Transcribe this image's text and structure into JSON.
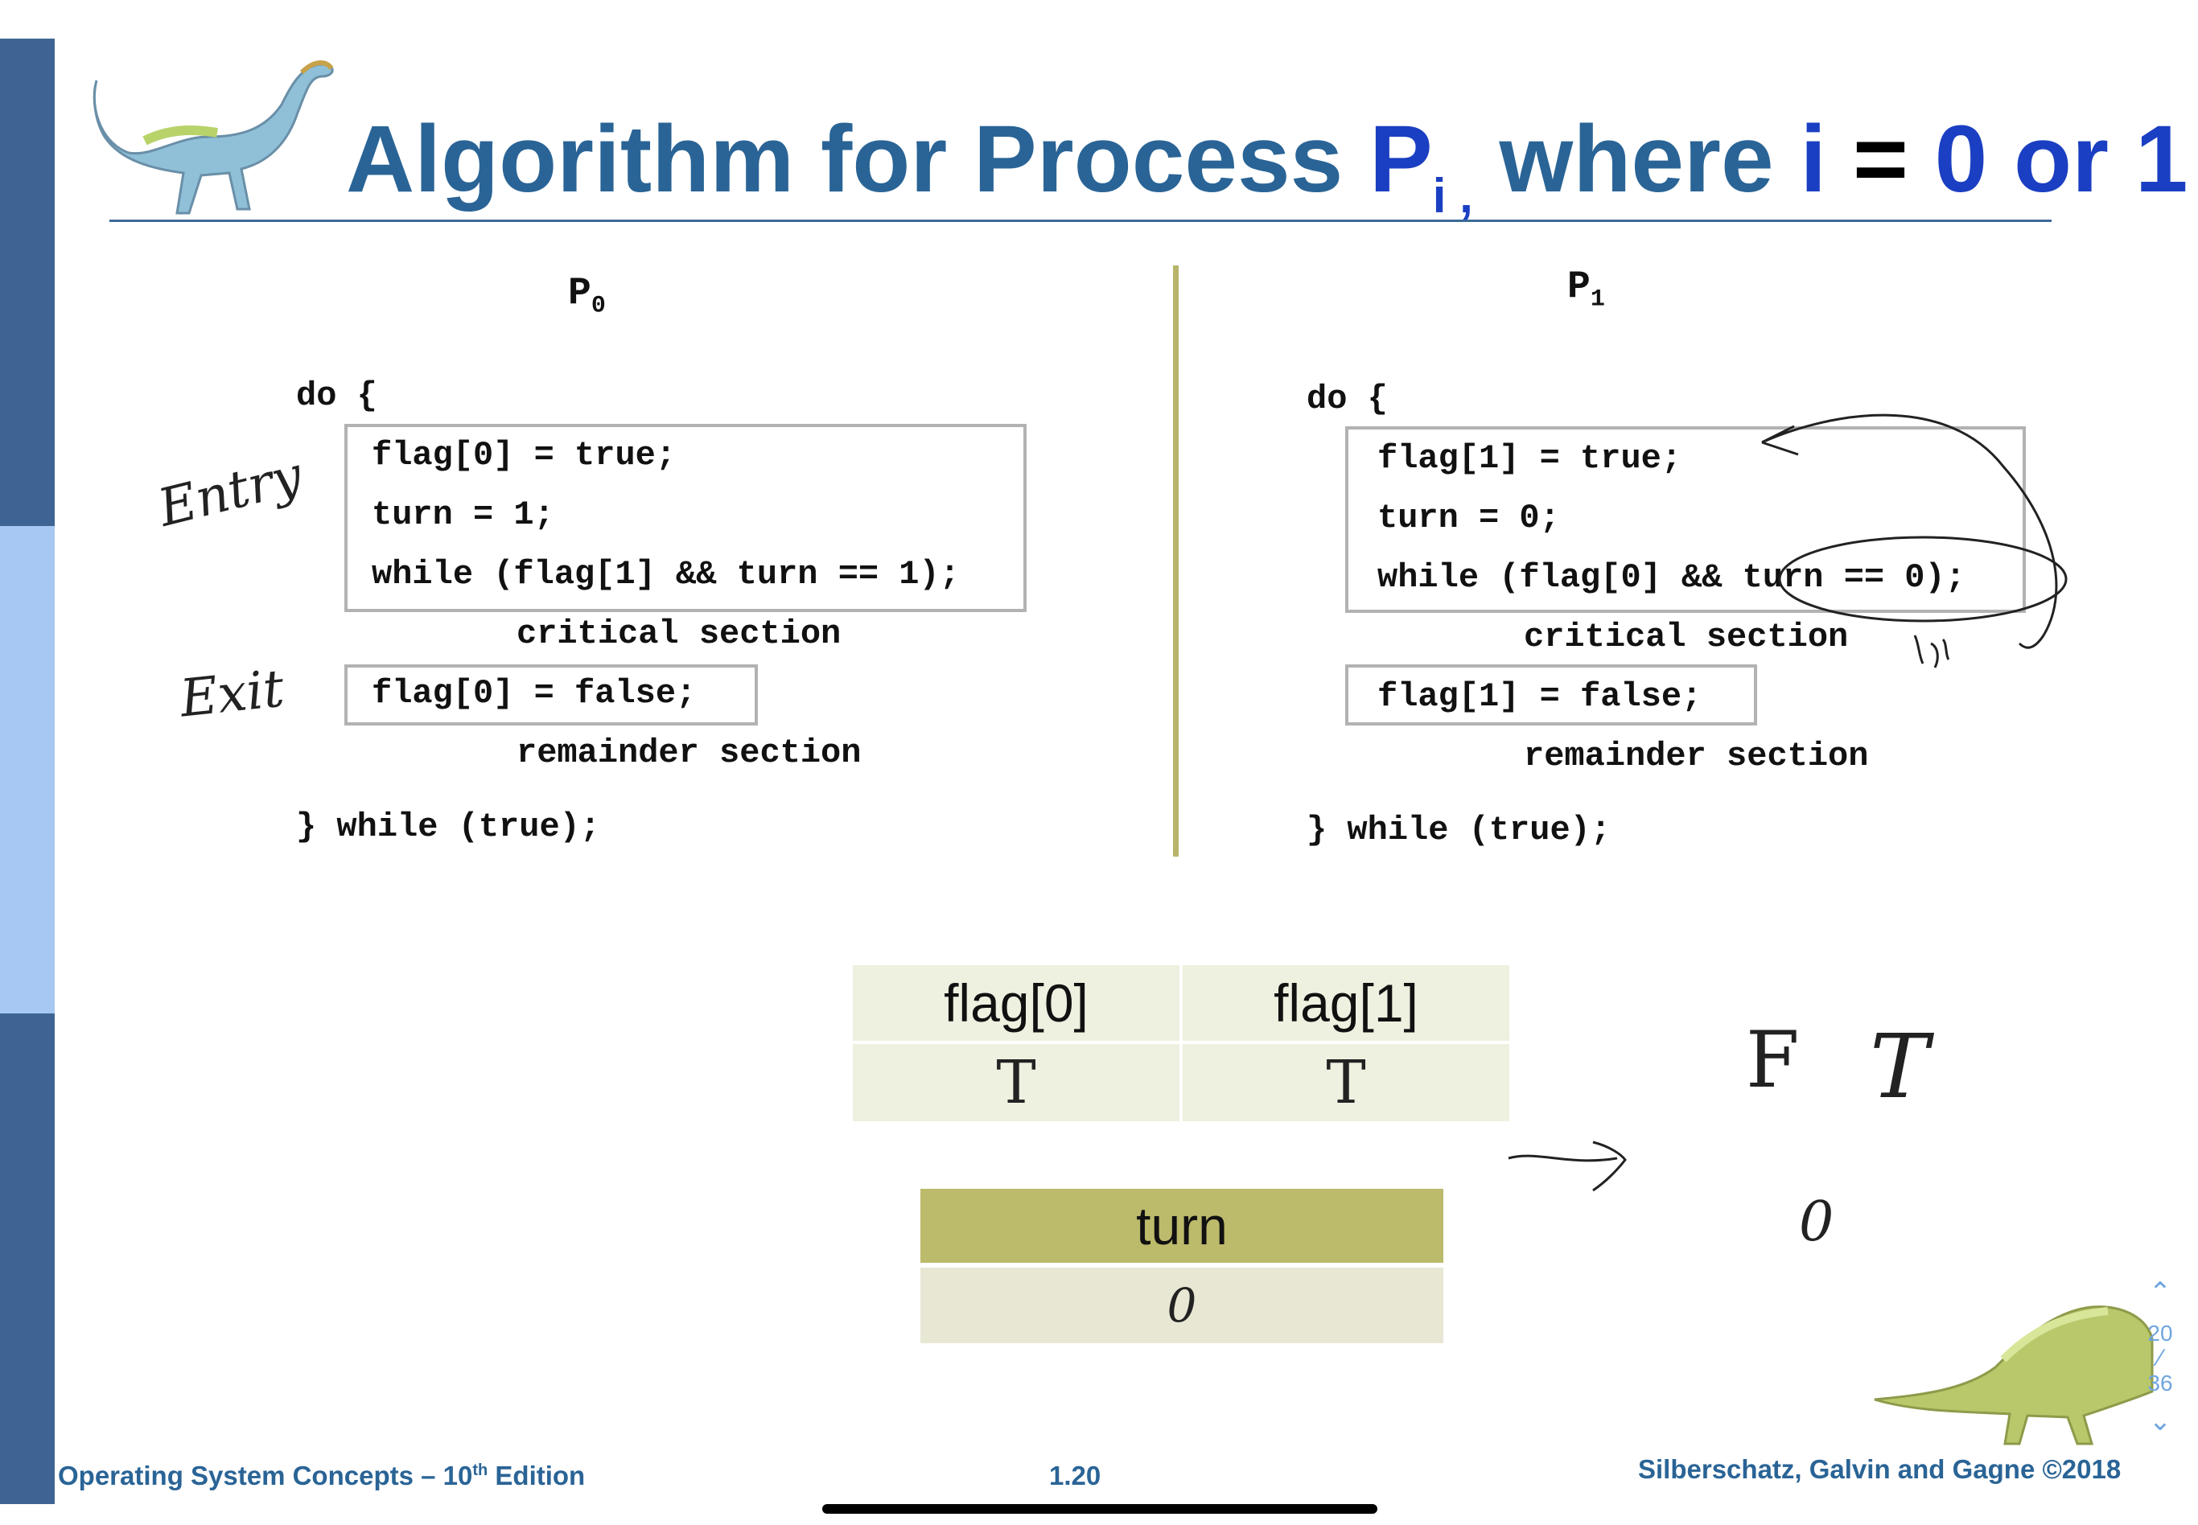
{
  "title": {
    "part1": "Algorithm for Process ",
    "p": "P",
    "sub": "i ,",
    "where": " where ",
    "i": "i",
    "eq": " = ",
    "values": "0 or 1"
  },
  "process0": {
    "label": "P",
    "sub": "0",
    "do": "do {",
    "entry_lines": [
      "flag[0] = true;",
      "turn = 1;",
      "while (flag[1] && turn == 1);"
    ],
    "critical": "critical section",
    "exit_line": "flag[0] = false;",
    "remainder": "remainder section",
    "end": "} while (true);"
  },
  "process1": {
    "label": "P",
    "sub": "1",
    "do": "do {",
    "entry_lines": [
      "flag[1] = true;",
      "turn = 0;",
      "while (flag[0] && turn == 0);"
    ],
    "critical": "critical section",
    "exit_line": "flag[1] = false;",
    "remainder": "remainder section",
    "end": "} while (true);"
  },
  "flag_table": {
    "headers": [
      "flag[0]",
      "flag[1]"
    ],
    "values": [
      "T",
      "T"
    ]
  },
  "turn_table": {
    "header": "turn",
    "value": "0"
  },
  "annotations": {
    "entry": "Entry",
    "exit": "Exit",
    "side_values": [
      "F",
      "T"
    ],
    "side_turn": "0"
  },
  "footer": {
    "book": "Operating System Concepts – 10",
    "book_sup": "th",
    "book_tail": " Edition",
    "page": "1.20",
    "authors": "Silberschatz, Galvin and Gagne ©2018"
  },
  "pager": {
    "current": "20",
    "total": "36"
  },
  "colors": {
    "title": "#2a6496",
    "title_accent": "#1b3fc2",
    "sidebar_dark": "#3e6494",
    "sidebar_light": "#a6c8f3",
    "flag_cell": "#eef0e0",
    "turn_header": "#bcba6b",
    "turn_cell": "#e7e7d4"
  }
}
